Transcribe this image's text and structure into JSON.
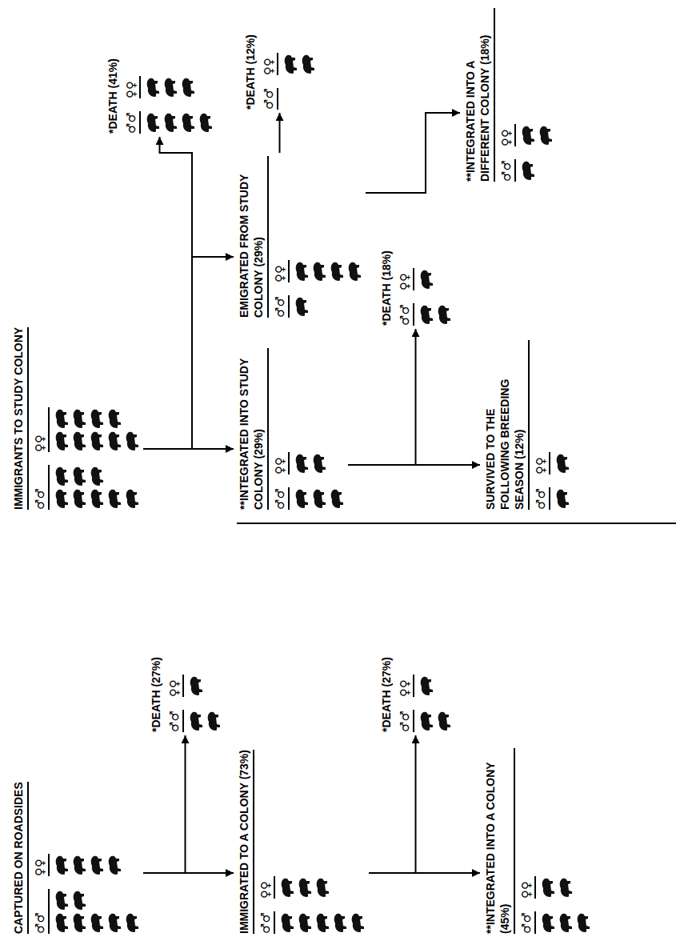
{
  "diagram": {
    "nodes": [
      {
        "text": [
          "CAPTURED ON ROADSIDES",
          "♂♂",
          "♀♀"
        ]
      },
      {
        "text": [
          "*DEATH (27%)",
          "♂♂",
          "♀♀"
        ]
      },
      {
        "text": [
          "IMMIGRATED TO A COLONY (73%)",
          "♂♂",
          "♀♀"
        ]
      },
      {
        "text": [
          "*DEATH (27%)",
          "♂♂",
          "♀♀"
        ]
      },
      {
        "text": [
          "**INTEGRATED INTO A COLONY (45%)",
          "♂♂",
          "♀♀"
        ]
      },
      {
        "text": [
          "IMMIGRANTS TO STUDY COLONY",
          "♂♂",
          "♀♀"
        ]
      },
      {
        "text": [
          "*DEATH (41%)",
          "♂♂",
          "♀♀"
        ]
      },
      {
        "text": [
          "**INTEGRATED INTO STUDY COLONY (29%)",
          "♂♂",
          "♀♀"
        ]
      },
      {
        "text": [
          "EMIGRATED FROM STUDY COLONY (29%)",
          "♂♂",
          "♀♀"
        ]
      },
      {
        "text": [
          "*DEATH (18%)",
          "♂♂",
          "♀♀"
        ]
      },
      {
        "text": [
          "SURVIVED TO THE FOLLOWING BREEDING SEASON (12%)",
          "♂♂",
          "♀♀"
        ]
      },
      {
        "text": [
          "*DEATH (12%)",
          "♂♂",
          "♀♀"
        ]
      },
      {
        "text": [
          "**INTEGRATED INTO A DIFFERENT COLONY (18%)",
          "♂♂",
          "♀♀"
        ]
      }
    ],
    "edges": [
      {
        "from": 0,
        "to": 1,
        "arrow": "to"
      },
      {
        "from": 0,
        "to": 2,
        "arrow": "to"
      },
      {
        "from": 2,
        "to": 3,
        "arrow": "to"
      },
      {
        "from": 2,
        "to": 4,
        "arrow": "to"
      },
      {
        "from": 5,
        "to": 6,
        "arrow": "to"
      },
      {
        "from": 5,
        "to": 7,
        "arrow": "to"
      },
      {
        "from": 5,
        "to": 8,
        "arrow": "to"
      },
      {
        "from": 7,
        "to": 9,
        "arrow": "to"
      },
      {
        "from": 7,
        "to": 10,
        "arrow": "to"
      },
      {
        "from": 8,
        "to": 11,
        "arrow": "to"
      },
      {
        "from": 8,
        "to": 12,
        "arrow": "to"
      }
    ]
  }
}
